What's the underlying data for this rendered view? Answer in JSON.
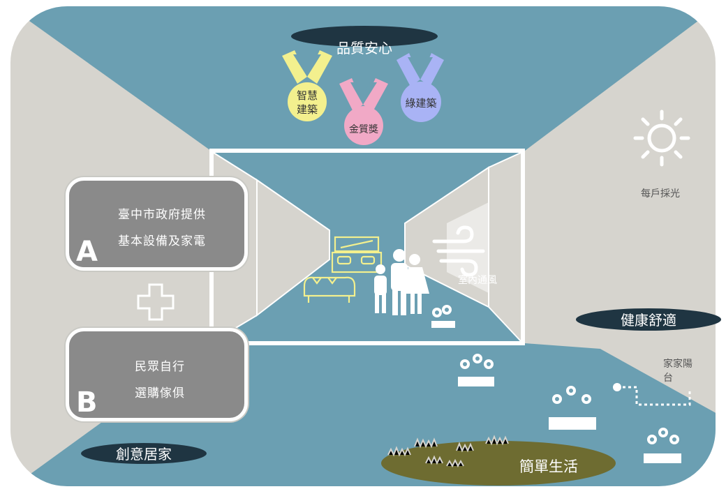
{
  "badges": {
    "title": "品質安心",
    "smart_line1": "智慧",
    "smart_line2": "建築",
    "gold": "金質獎",
    "green": "綠建築"
  },
  "boxes": {
    "a_letter": "A",
    "a_line1": "臺中市政府提供",
    "a_line2": "基本設備及家電",
    "b_letter": "B",
    "b_line1": "民眾自行",
    "b_line2": "選購傢俱"
  },
  "features": {
    "daylight": "每戶採光",
    "ventilation": "室內通風",
    "balcony_line1": "家家陽",
    "balcony_line2": "台"
  },
  "pills": {
    "health": "健康舒適",
    "creative": "創意居家",
    "simple": "簡單生活"
  },
  "colors": {
    "teal": "#6b9fb2",
    "grey": "#d6d4ce",
    "navy": "#1f3542",
    "olive": "#6e6c31",
    "yellow": "#f3f08e",
    "pink": "#f1a9c6",
    "lavender": "#a9b3f5"
  },
  "icons": [
    "sun-icon",
    "wind-icon",
    "flower-planter-icon",
    "furniture-icon",
    "family-icon",
    "grass-icon"
  ]
}
